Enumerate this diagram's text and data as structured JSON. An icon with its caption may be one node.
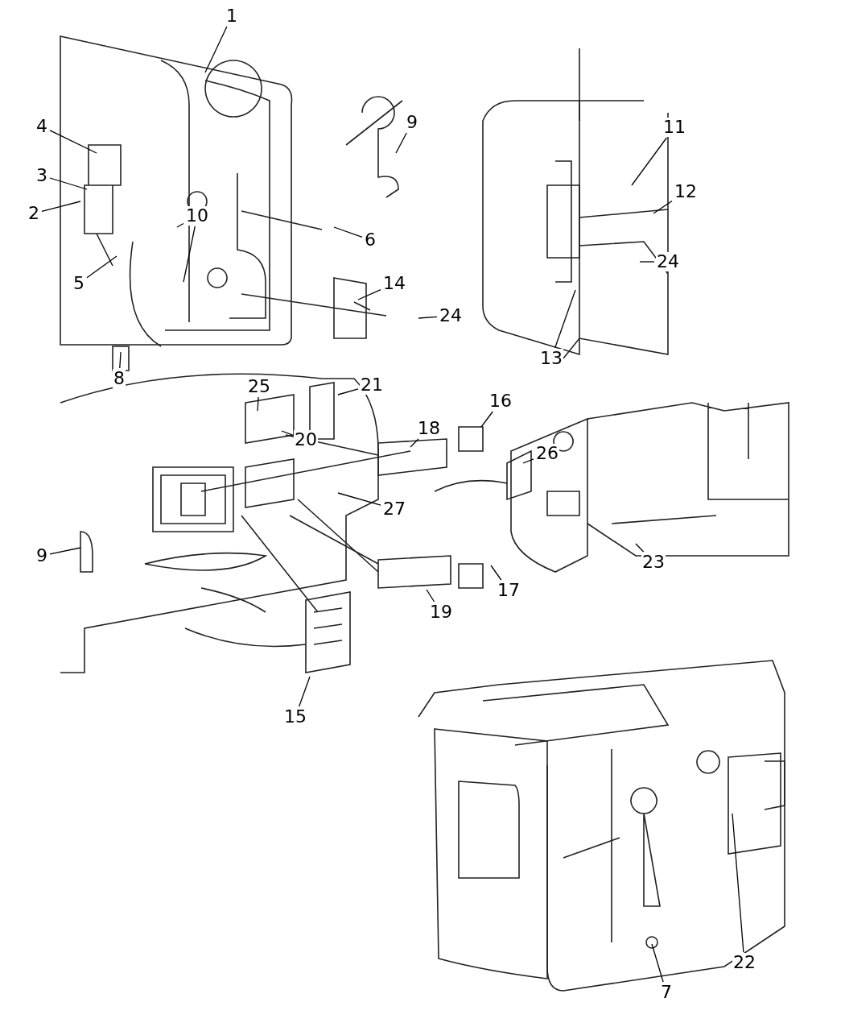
{
  "diagram": {
    "nodes": [
      {
        "text": [
          "1"
        ]
      },
      {
        "text": [
          "4"
        ]
      },
      {
        "text": [
          "9"
        ]
      },
      {
        "text": [
          "3"
        ]
      },
      {
        "text": [
          "2"
        ]
      },
      {
        "text": [
          "10"
        ]
      },
      {
        "text": [
          "6"
        ]
      },
      {
        "text": [
          "5"
        ]
      },
      {
        "text": [
          "14"
        ]
      },
      {
        "text": [
          "24"
        ]
      },
      {
        "text": [
          "8"
        ]
      },
      {
        "text": [
          "11"
        ]
      },
      {
        "text": [
          "12"
        ]
      },
      {
        "text": [
          "24"
        ]
      },
      {
        "text": [
          "13"
        ]
      },
      {
        "text": [
          "25"
        ]
      },
      {
        "text": [
          "21"
        ]
      },
      {
        "text": [
          "16"
        ]
      },
      {
        "text": [
          "18"
        ]
      },
      {
        "text": [
          "20"
        ]
      },
      {
        "text": [
          "26"
        ]
      },
      {
        "text": [
          "9"
        ]
      },
      {
        "text": [
          "27"
        ]
      },
      {
        "text": [
          "17"
        ]
      },
      {
        "text": [
          "19"
        ]
      },
      {
        "text": [
          "23"
        ]
      },
      {
        "text": [
          "15"
        ]
      },
      {
        "text": [
          "22"
        ]
      },
      {
        "text": [
          "7"
        ]
      }
    ],
    "edges": [
      {
        "from": 0,
        "to": null,
        "arrow": "none"
      },
      {
        "from": 1,
        "to": null,
        "arrow": "none"
      },
      {
        "from": 2,
        "to": null,
        "arrow": "none"
      },
      {
        "from": 3,
        "to": null,
        "arrow": "none"
      },
      {
        "from": 4,
        "to": null,
        "arrow": "none"
      },
      {
        "from": 5,
        "to": null,
        "arrow": "none"
      },
      {
        "from": 5,
        "to": null,
        "arrow": "none"
      },
      {
        "from": 6,
        "to": null,
        "arrow": "none"
      },
      {
        "from": 7,
        "to": null,
        "arrow": "none"
      },
      {
        "from": 8,
        "to": null,
        "arrow": "none"
      },
      {
        "from": 9,
        "to": null,
        "arrow": "none"
      },
      {
        "from": 10,
        "to": null,
        "arrow": "none"
      },
      {
        "from": 11,
        "to": null,
        "arrow": "none"
      },
      {
        "from": 12,
        "to": null,
        "arrow": "none"
      },
      {
        "from": 13,
        "to": null,
        "arrow": "none"
      },
      {
        "from": 14,
        "to": null,
        "arrow": "none"
      },
      {
        "from": 15,
        "to": null,
        "arrow": "none"
      },
      {
        "from": 16,
        "to": null,
        "arrow": "none"
      },
      {
        "from": 17,
        "to": null,
        "arrow": "none"
      },
      {
        "from": 18,
        "to": null,
        "arrow": "none"
      },
      {
        "from": 19,
        "to": null,
        "arrow": "none"
      },
      {
        "from": 20,
        "to": null,
        "arrow": "none"
      },
      {
        "from": 21,
        "to": null,
        "arrow": "none"
      },
      {
        "from": 22,
        "to": null,
        "arrow": "none"
      },
      {
        "from": 23,
        "to": null,
        "arrow": "none"
      },
      {
        "from": 24,
        "to": null,
        "arrow": "none"
      },
      {
        "from": 25,
        "to": null,
        "arrow": "none"
      },
      {
        "from": 26,
        "to": null,
        "arrow": "none"
      },
      {
        "from": 27,
        "to": null,
        "arrow": "none"
      },
      {
        "from": 28,
        "to": null,
        "arrow": "none"
      }
    ]
  }
}
